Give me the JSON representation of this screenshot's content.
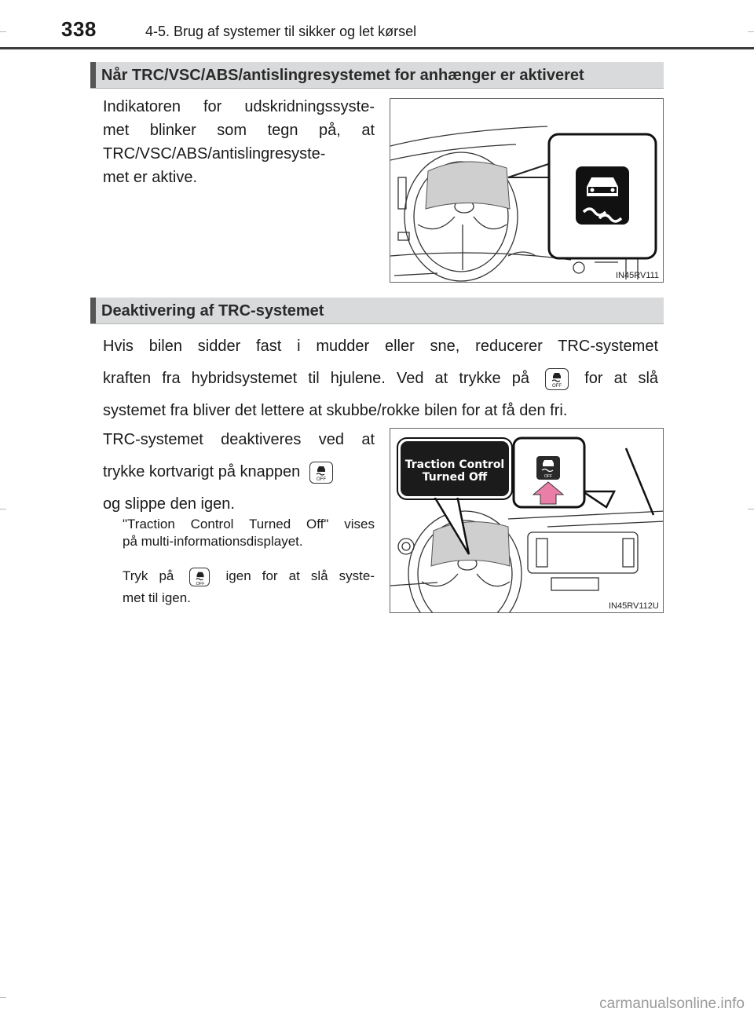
{
  "header": {
    "page_number": "338",
    "chapter": "4-5. Brug af systemer til sikker og let kørsel"
  },
  "section1": {
    "title": "Når TRC/VSC/ABS/antislingresystemet for anhænger er aktiveret",
    "text_lines": [
      "Indikatoren for udskridningssyste-",
      "met blinker som tegn på, at",
      "TRC/VSC/ABS/antislingresyste-",
      "met er aktive."
    ],
    "figure_code": "IN45RV111"
  },
  "section2": {
    "title": "Deaktivering af TRC-systemet",
    "intro_line1": "Hvis bilen sidder fast i mudder eller sne, reducerer TRC-systemet",
    "intro_line2_before": "kraften fra hybridsystemet til hjulene. Ved at trykke på",
    "intro_line2_after": "for at slå",
    "intro_line3": "systemet fra bliver det lettere at skubbe/rokke bilen for at få den fri.",
    "step_line1": "TRC-systemet deaktiveres ved at",
    "step_line2": "trykke kortvarigt på knappen",
    "step_line3": "og slippe den igen.",
    "note1_line1": "\"Traction Control Turned Off\" vises",
    "note1_line2": "på multi-informationsdisplayet.",
    "note2_before": "Tryk på",
    "note2_after": "igen for at slå syste-",
    "note2_line2": "met til igen.",
    "display_line1": "Traction Control",
    "display_line2": "Turned Off",
    "button_text": "OFF",
    "figure_code": "IN45RV112U"
  },
  "watermark": "carmanualsonline.info"
}
